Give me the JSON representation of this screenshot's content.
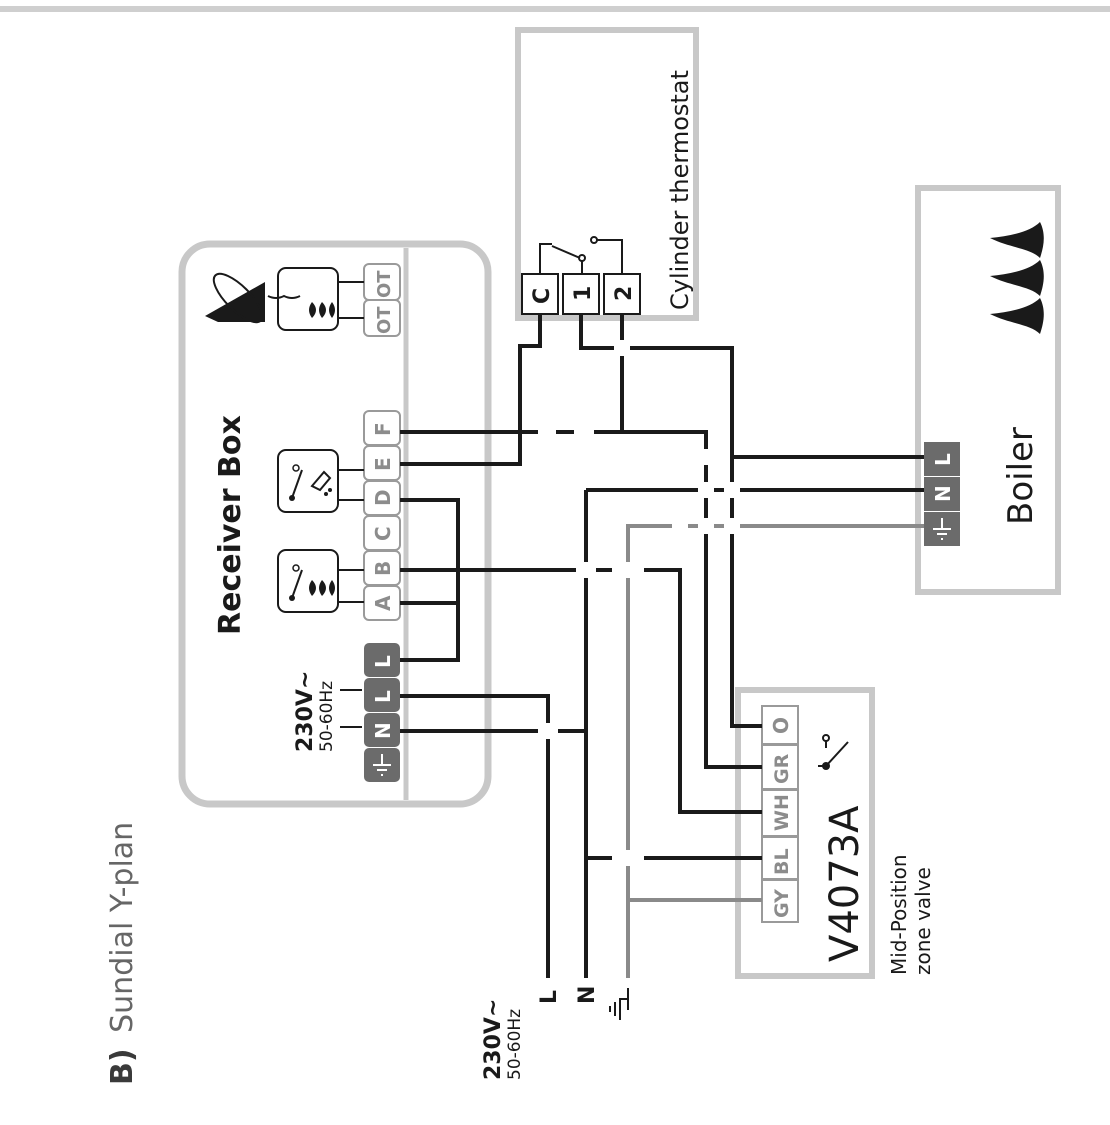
{
  "section": {
    "letter": "B)",
    "title": "Sundial Y-plan"
  },
  "receiver_box": {
    "title": "Receiver Box",
    "supply": {
      "voltage": "230V~",
      "frequency": "50-60Hz"
    },
    "terminals": [
      "⏚",
      "N",
      "L",
      "L",
      "A",
      "B",
      "C",
      "D",
      "E",
      "F",
      "OT",
      "OT"
    ]
  },
  "cylinder_thermostat": {
    "title": "Cylinder thermostat",
    "terminals": [
      "C",
      "1",
      "2"
    ]
  },
  "boiler": {
    "title": "Boiler",
    "terminals": [
      "L",
      "N",
      "⏚"
    ]
  },
  "zone_valve": {
    "model": "V4073A",
    "subtitle_line1": "Mid-Position",
    "subtitle_line2": "zone valve",
    "terminals": [
      "O",
      "GR",
      "WH",
      "BL",
      "GY"
    ]
  },
  "mains": {
    "voltage": "230V~",
    "frequency": "50-60Hz",
    "labels": [
      "L",
      "N",
      "⏚"
    ]
  },
  "colors": {
    "line": "#1a1a1a",
    "earth": "#8a8a8a",
    "frame": "#c8c8c8",
    "terminal_dark": "#6b6b6b"
  }
}
